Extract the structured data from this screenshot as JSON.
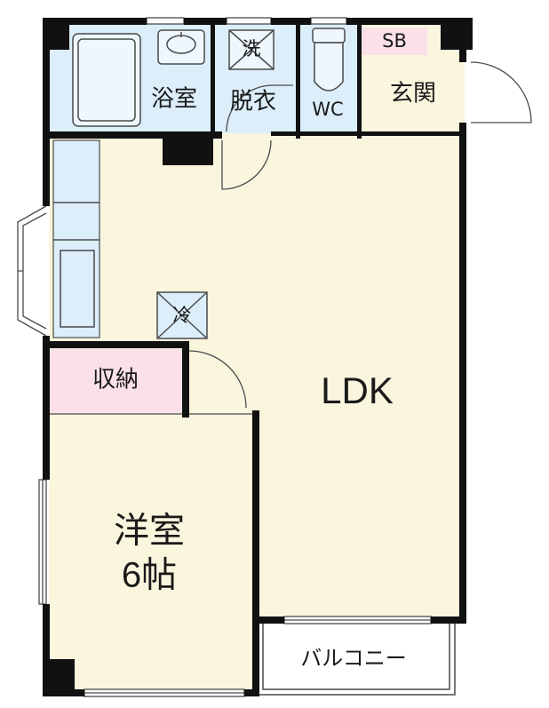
{
  "rooms": {
    "ldk": "LDK",
    "western_line1": "洋室",
    "western_line2": "6帖",
    "storage": "収納",
    "bath": "浴室",
    "dressing": "脱衣",
    "wc": "WC",
    "entrance": "玄関",
    "sb": "SB",
    "balcony": "バルコニー"
  },
  "fixtures": {
    "washer": "洗",
    "fridge": "冷"
  },
  "colors": {
    "floor": "#faf6de",
    "wet_area": "#dceefa",
    "storage": "#fbe1e7",
    "entrance": "#faf6de",
    "sb": "#fbe1e7",
    "wall": "#111111",
    "fixture_line": "#4a4a4a"
  }
}
